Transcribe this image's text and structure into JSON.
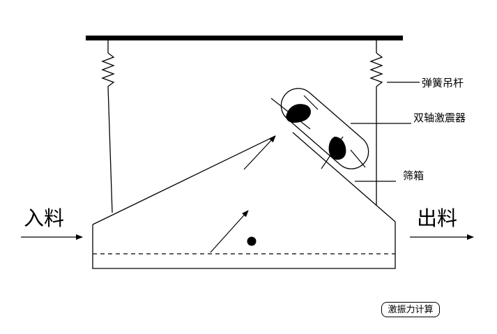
{
  "labels": {
    "spring_rod": "弹簧吊杆",
    "dual_exciter": "双轴激震器",
    "screen_box": "筛箱",
    "inlet": "入料",
    "outlet": "出料"
  },
  "buttons": {
    "calc": "激振力计算"
  },
  "icons": {
    "inlet_arrow": "arrow-right-icon",
    "outlet_arrow": "arrow-right-icon",
    "motion_arrow": "arrow-up-right-icon",
    "spring": "spring-icon"
  }
}
